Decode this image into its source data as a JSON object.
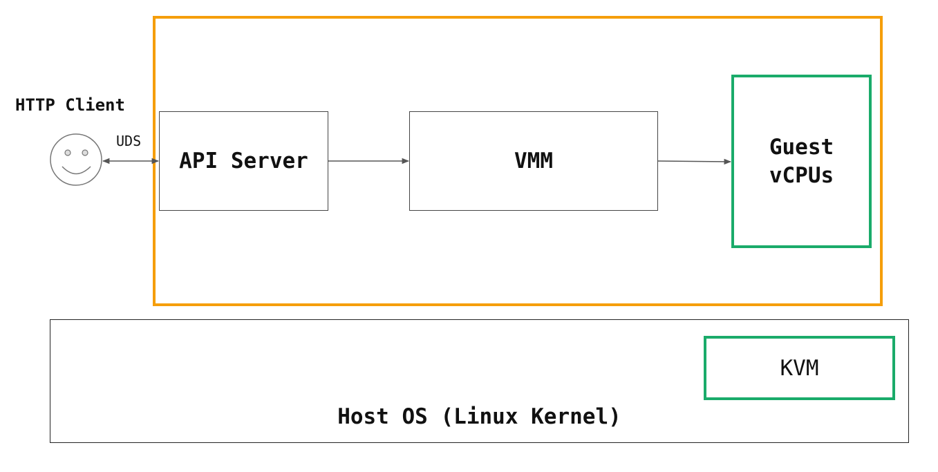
{
  "labels": {
    "http_client": "HTTP Client",
    "uds": "UDS",
    "api_server": "API Server",
    "vmm": "VMM",
    "guest_line1": "Guest",
    "guest_line2": "vCPUs",
    "kvm": "KVM",
    "host_os": "Host OS (Linux Kernel)"
  },
  "colors": {
    "process_border": "#f59e0b",
    "guest_border": "#1aab6a",
    "edge": "#555555"
  },
  "icons": {
    "client": "smiley-face-icon"
  }
}
